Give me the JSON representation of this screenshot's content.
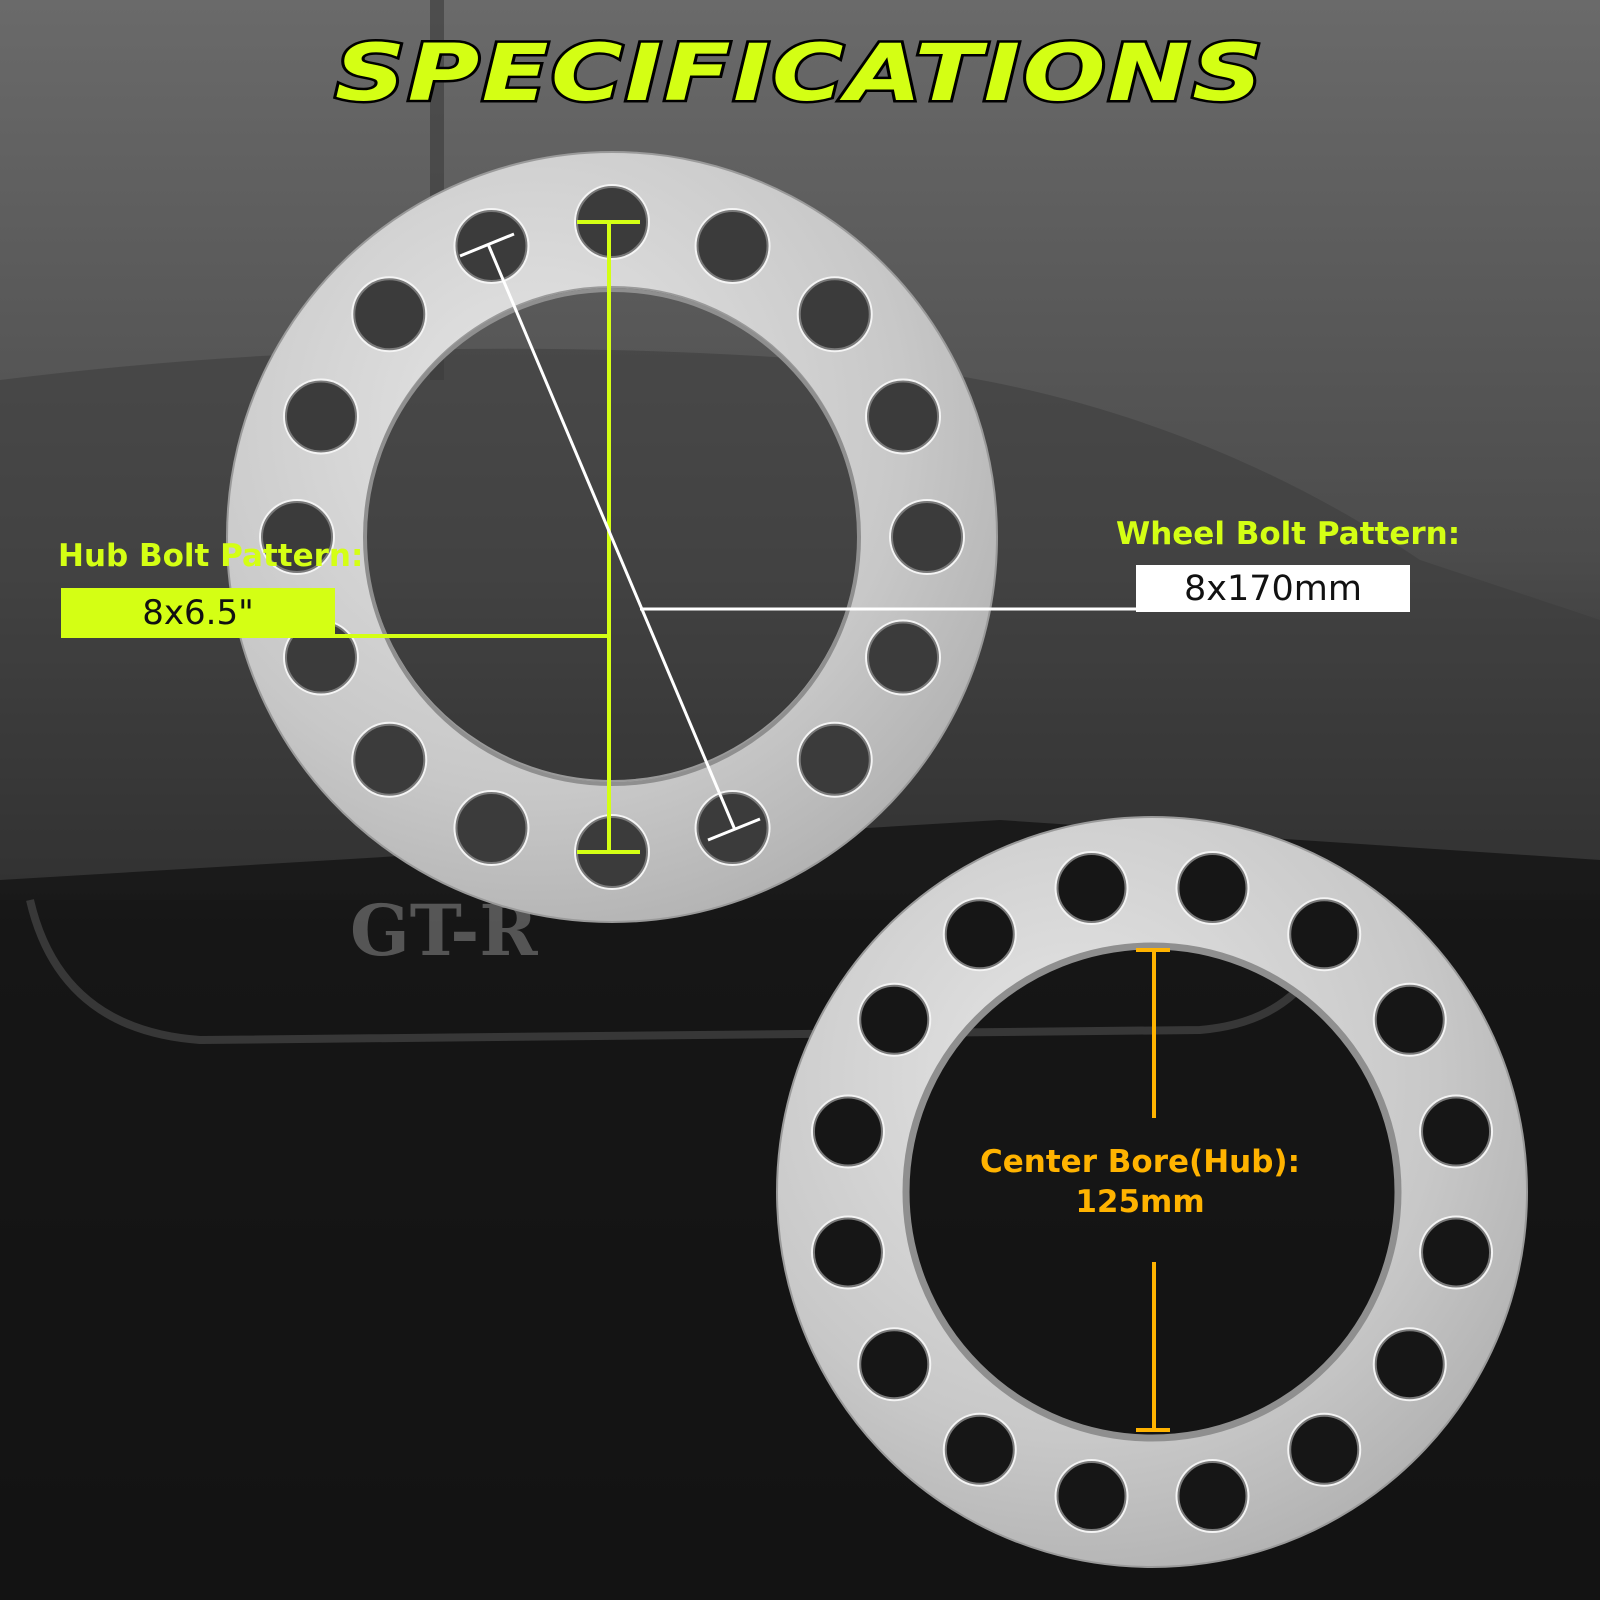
{
  "title": "SPECIFICATIONS",
  "colors": {
    "accent": "#d4ff14",
    "bore_accent": "#ffb300",
    "ring": "#c9c9c9",
    "background": "#2a2a2a"
  },
  "hub_bolt_pattern": {
    "label": "Hub Bolt Pattern:",
    "value": "8x6.5\""
  },
  "wheel_bolt_pattern": {
    "label": "Wheel Bolt Pattern:",
    "value": "8x170mm"
  },
  "center_bore": {
    "label": "Center Bore(Hub):",
    "value": "125mm"
  },
  "background_emblem": "GT-R",
  "icons": [
    "wheel-spacer-ring",
    "measurement-line"
  ],
  "bolt_holes_per_spacer": 16
}
